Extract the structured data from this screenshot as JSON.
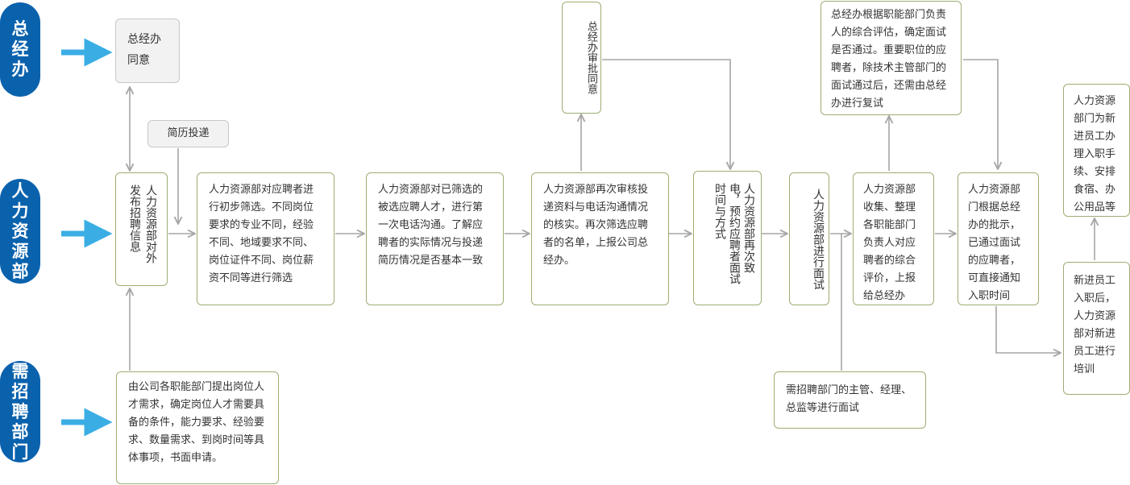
{
  "lanes": {
    "gm": "总经办",
    "hr": "人力资源部",
    "dept": "需招聘部门"
  },
  "nodes": {
    "gm_approve": "总经办同意",
    "resume": "简历投递",
    "publish": "人力资源部对外发布招聘信息",
    "screen1": "人力资源部对应聘者进行初步筛选。不同岗位要求的专业不同，经验不同、地域要求不同、岗位证件不同、岗位薪资不同等进行筛选",
    "screen2": "人力资源部对已筛选的被选应聘人才，进行第一次电话沟通。了解应聘者的实际情况与投递简历情况是否基本一致",
    "recheck": "人力资源部再次审核投递资料与电话沟通情况的核实。再次筛选应聘者的名单，上报公司总经办。",
    "gm_review": "总经办审批同意",
    "notify": "人力资源部再次致电，预约应聘者面试时间与方式",
    "interview": "人力资源部进行面试",
    "gm_eval": "总经办根据职能部门负责人的综合评估，确定面试是否通过。重要职位的应聘者，除技术主管部门的面试通过后，还需由总经办进行复试",
    "collect": "人力资源部收集、整理各职能部门负责人对应聘者的综合评价，上报给总经办",
    "approve_notify": "人力资源部门根据总经办的批示，已通过面试的应聘者，可直接通知入职时间",
    "onboard": "人力资源部门为新进员工办理入职手续、安排食宿、办公用品等",
    "train": "新进员工入职后，人力资源部对新进员工进行培训",
    "dept_interview": "需招聘部门的主管、经理、总监等进行面试",
    "request": "由公司各职能部门提出岗位人才需求，确定岗位人才需要具备的条件，能力要求、经验要求、数量需求、到岗时间等具体事项，书面申请。"
  },
  "colors": {
    "lane": "#0a62ad",
    "lane_arrow": "#3aaee4",
    "box_border": "#9cae72",
    "gray_box": "#f2f2f2",
    "connector": "#a5a5a5"
  }
}
